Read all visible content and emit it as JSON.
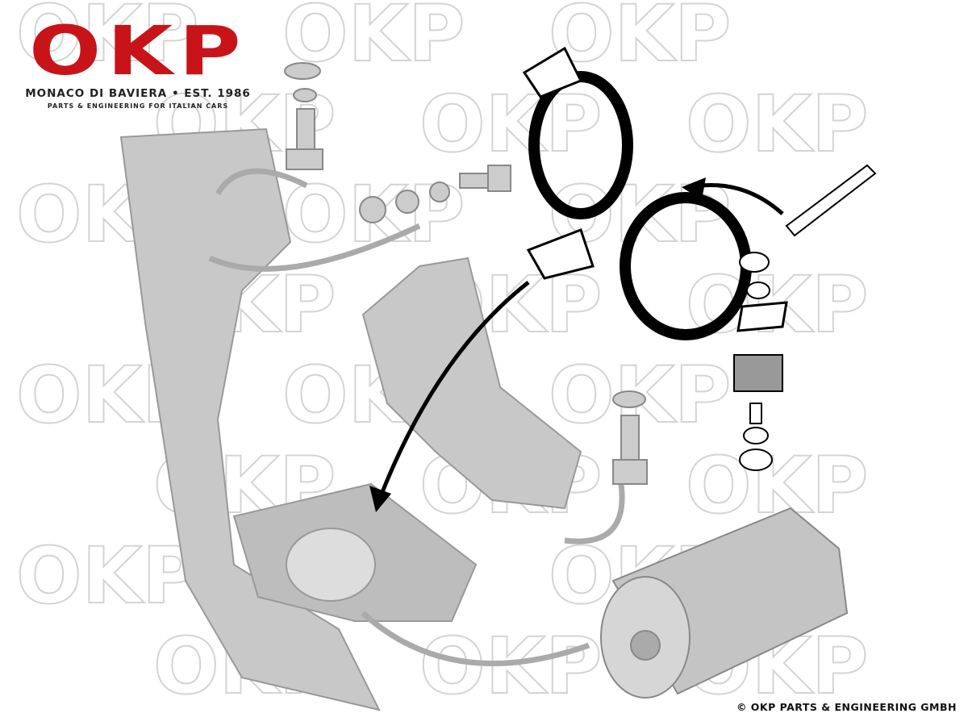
{
  "logo": {
    "brand": "OKP",
    "tagline": "MONACO DI BAVIERA • EST. 1986",
    "subtitle": "PARTS & ENGINEERING FOR ITALIAN CARS",
    "color": "#c81418"
  },
  "watermark": "OKP",
  "copyright": "© OKP PARTS & ENGINEERING GMBH"
}
